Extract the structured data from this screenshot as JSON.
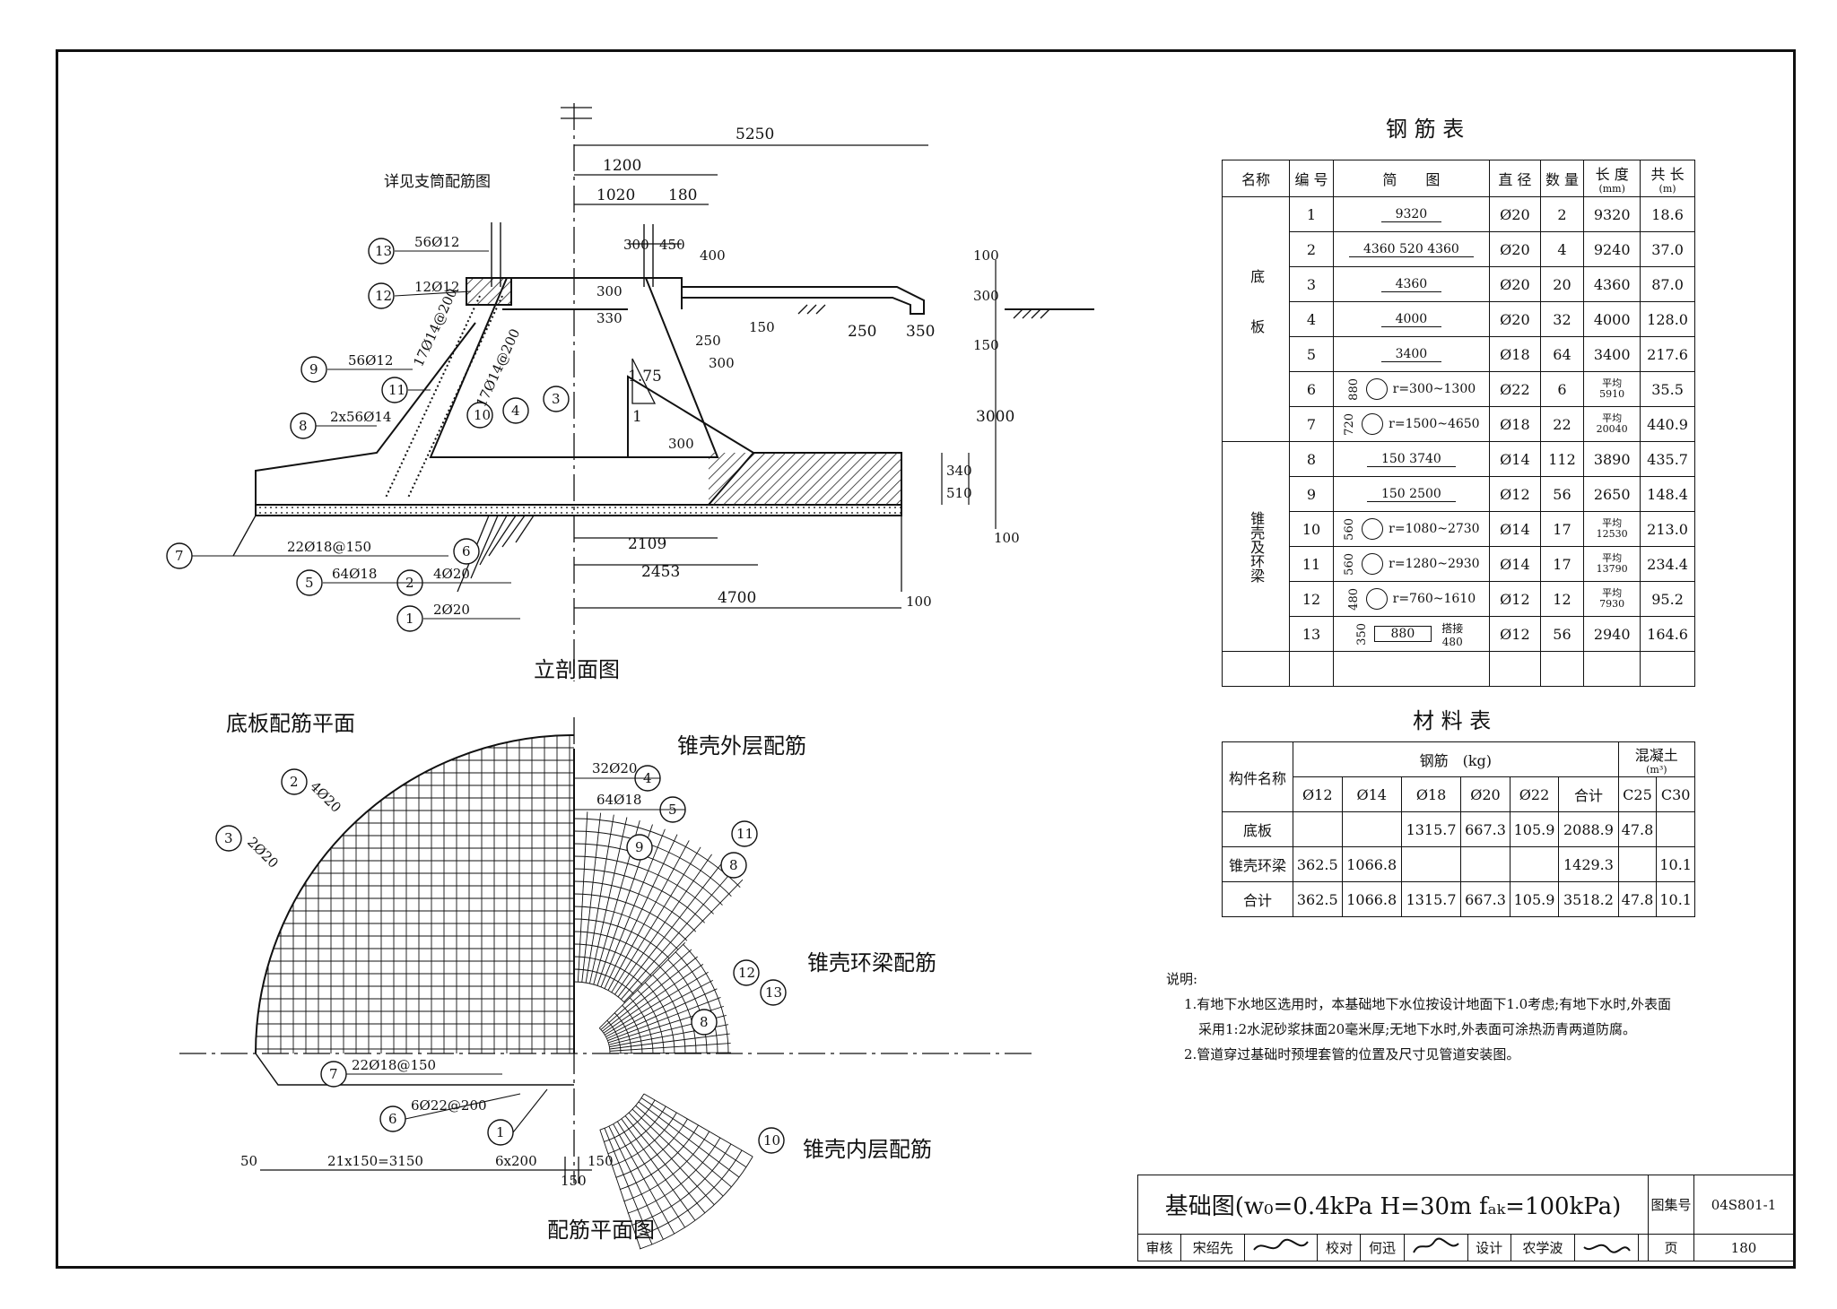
{
  "section_title": "立剖面图",
  "plan_title": "配筋平面图",
  "base_plan_label": "底板配筋平面",
  "cone_outer_label": "锥壳外层配筋",
  "cone_ring_label": "锥壳环梁配筋",
  "cone_inner_label": "锥壳内层配筋",
  "see_note": "详见支筒配筋图",
  "section_dims": {
    "d5250": "5250",
    "d1200": "1200",
    "d1020": "1020",
    "d180": "180",
    "d300a": "300",
    "d450": "450",
    "d400": "400",
    "d300b": "300",
    "d330": "330",
    "d250a": "250",
    "d300c": "300",
    "d100a": "100",
    "d300d": "300",
    "d150": "150",
    "d250b": "250",
    "d350": "350",
    "d3000": "3000",
    "d340": "340",
    "d510": "510",
    "d100b": "100",
    "d300e": "300",
    "d2109": "2109",
    "d2453": "2453",
    "d4700": "4700",
    "d100c": "100",
    "slope_a": "1.75",
    "slope_b": "1",
    "d150b": "150"
  },
  "section_callouts": {
    "c13": "56Ø12",
    "c12": "12Ø12",
    "c11": "17Ø14@200",
    "c10": "17Ø14@200",
    "c9": "56Ø12",
    "c8": "2x56Ø14",
    "c7": "22Ø18@150",
    "c5": "64Ø18",
    "c2": "4Ø20",
    "c1": "2Ø20"
  },
  "plan_callouts": {
    "p4": "4Ø20",
    "p3": "2Ø20",
    "p4r": "32Ø20",
    "p5r": "64Ø18",
    "p7": "22Ø18@150",
    "p6": "6Ø22@200",
    "dim50": "50",
    "dim3150": "21x150=3150",
    "dim1200": "6x200",
    "dim150a": "150",
    "dim150b": "150"
  },
  "bubble_nums": [
    "1",
    "2",
    "3",
    "4",
    "5",
    "6",
    "7",
    "8",
    "9",
    "10",
    "11",
    "12",
    "13"
  ],
  "rebar_table": {
    "title": "钢 筋 表",
    "headers": [
      "名称",
      "编 号",
      "简　　图",
      "直 径",
      "数 量",
      "长 度",
      "共 长"
    ],
    "unit_len": "(mm)",
    "unit_total": "(m)",
    "group_base": "底板",
    "group_cone": "锥壳及环梁",
    "rows": [
      {
        "no": "1",
        "sketch": "9320",
        "dia": "Ø20",
        "qty": "2",
        "len": "9320",
        "total": "18.6"
      },
      {
        "no": "2",
        "sketch": "4360  520  4360",
        "dia": "Ø20",
        "qty": "4",
        "len": "9240",
        "total": "37.0"
      },
      {
        "no": "3",
        "sketch": "4360",
        "dia": "Ø20",
        "qty": "20",
        "len": "4360",
        "total": "87.0"
      },
      {
        "no": "4",
        "sketch": "4000",
        "dia": "Ø20",
        "qty": "32",
        "len": "4000",
        "total": "128.0"
      },
      {
        "no": "5",
        "sketch": "3400",
        "dia": "Ø18",
        "qty": "64",
        "len": "3400",
        "total": "217.6"
      },
      {
        "no": "6",
        "side": "880",
        "sketch": "r=300~1300",
        "dia": "Ø22",
        "qty": "6",
        "len_a": "平均",
        "len_b": "5910",
        "total": "35.5"
      },
      {
        "no": "7",
        "side": "720",
        "sketch": "r=1500~4650",
        "dia": "Ø18",
        "qty": "22",
        "len_a": "平均",
        "len_b": "20040",
        "total": "440.9"
      },
      {
        "no": "8",
        "sketch": "150   3740",
        "dia": "Ø14",
        "qty": "112",
        "len": "3890",
        "total": "435.7"
      },
      {
        "no": "9",
        "sketch": "150   2500",
        "dia": "Ø12",
        "qty": "56",
        "len": "2650",
        "total": "148.4"
      },
      {
        "no": "10",
        "side": "560",
        "sketch": "r=1080~2730",
        "dia": "Ø14",
        "qty": "17",
        "len_a": "平均",
        "len_b": "12530",
        "total": "213.0"
      },
      {
        "no": "11",
        "side": "560",
        "sketch": "r=1280~2930",
        "dia": "Ø14",
        "qty": "17",
        "len_a": "平均",
        "len_b": "13790",
        "total": "234.4"
      },
      {
        "no": "12",
        "side": "480",
        "sketch": "r=760~1610",
        "dia": "Ø12",
        "qty": "12",
        "len_a": "平均",
        "len_b": "7930",
        "total": "95.2"
      },
      {
        "no": "13",
        "side": "350",
        "sketch": "880",
        "extra": "搭接480",
        "dia": "Ø12",
        "qty": "56",
        "len": "2940",
        "total": "164.6"
      }
    ]
  },
  "material_table": {
    "title": "材 料 表",
    "h_member": "构件名称",
    "h_steel": "钢筋　(kg)",
    "h_concrete": "混凝土",
    "h_concrete_unit": "(m³)",
    "cols": [
      "Ø12",
      "Ø14",
      "Ø18",
      "Ø20",
      "Ø22",
      "合计",
      "C25",
      "C30"
    ],
    "rows": [
      {
        "name": "底板",
        "vals": [
          "",
          "",
          "1315.7",
          "667.3",
          "105.9",
          "2088.9",
          "47.8",
          ""
        ]
      },
      {
        "name": "锥壳环梁",
        "vals": [
          "362.5",
          "1066.8",
          "",
          "",
          "",
          "1429.3",
          "",
          "10.1"
        ]
      },
      {
        "name": "合计",
        "vals": [
          "362.5",
          "1066.8",
          "1315.7",
          "667.3",
          "105.9",
          "3518.2",
          "47.8",
          "10.1"
        ]
      }
    ]
  },
  "notes": {
    "head": "说明:",
    "n1": "1.有地下水地区选用时，本基础地下水位按设计地面下1.0考虑;有地下水时,外表面",
    "n1b": "采用1:2水泥砂浆抹面20毫米厚;无地下水时,外表面可涂热沥青两道防腐。",
    "n2": "2.管道穿过基础时预埋套管的位置及尺寸见管道安装图。"
  },
  "title_block": {
    "title": "基础图(w₀=0.4kPa H=30m fₐₖ=100kPa)",
    "atlas_label": "图集号",
    "atlas_no": "04S801-1",
    "review": "审核",
    "reviewer": "宋绍先",
    "check": "校对",
    "checker": "何迅",
    "design": "设计",
    "designer": "农学波",
    "page_label": "页",
    "page_no": "180"
  }
}
